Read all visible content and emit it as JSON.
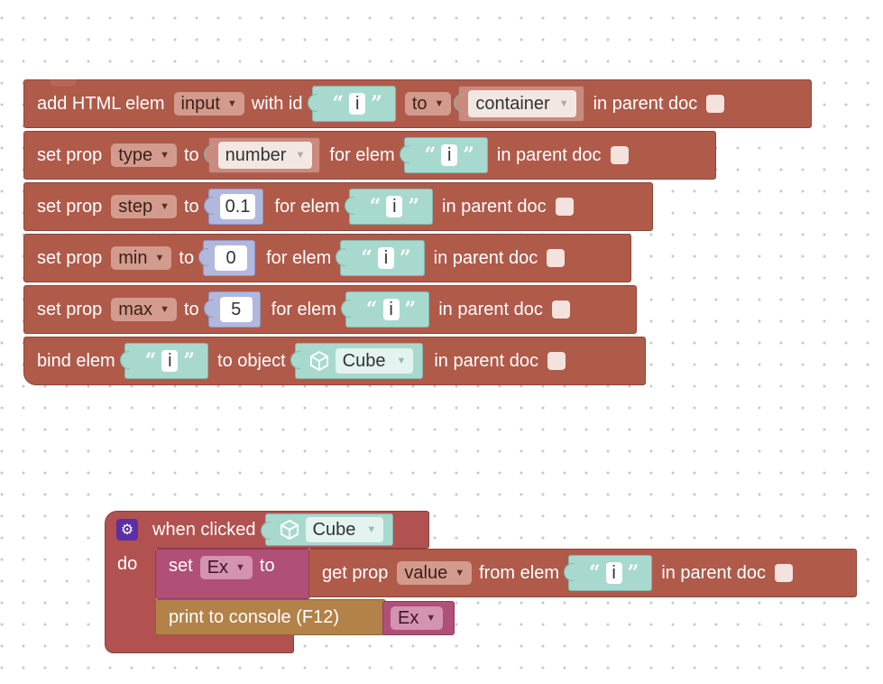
{
  "blocks": {
    "add": {
      "label": "add HTML elem",
      "type_value": "input",
      "with_id": "with id",
      "id_value": "i",
      "to_label": "to",
      "target_value": "container",
      "parent_doc": "in parent doc"
    },
    "set_type": {
      "label": "set prop",
      "prop": "type",
      "to": "to",
      "value": "number",
      "for_elem": "for elem",
      "id_value": "i",
      "parent_doc": "in parent doc"
    },
    "set_step": {
      "label": "set prop",
      "prop": "step",
      "to": "to",
      "value": "0.1",
      "for_elem": "for elem",
      "id_value": "i",
      "parent_doc": "in parent doc"
    },
    "set_min": {
      "label": "set prop",
      "prop": "min",
      "to": "to",
      "value": "0",
      "for_elem": "for elem",
      "id_value": "i",
      "parent_doc": "in parent doc"
    },
    "set_max": {
      "label": "set prop",
      "prop": "max",
      "to": "to",
      "value": "5",
      "for_elem": "for elem",
      "id_value": "i",
      "parent_doc": "in parent doc"
    },
    "bind": {
      "label": "bind elem",
      "id_value": "i",
      "to_object": "to object",
      "object": "Cube",
      "parent_doc": "in parent doc"
    }
  },
  "event": {
    "when_clicked": "when clicked",
    "object": "Cube",
    "do": "do",
    "set": {
      "label": "set",
      "var": "Ex",
      "to": "to"
    },
    "get_prop": {
      "label": "get prop",
      "prop": "value",
      "from_elem": "from elem",
      "id_value": "i",
      "parent_doc": "in parent doc"
    },
    "print": {
      "label": "print to console (F12)",
      "var": "Ex"
    }
  },
  "glyphs": {
    "open_quote": "“",
    "close_quote": "”",
    "caret": "▼",
    "gear": "⚙"
  }
}
